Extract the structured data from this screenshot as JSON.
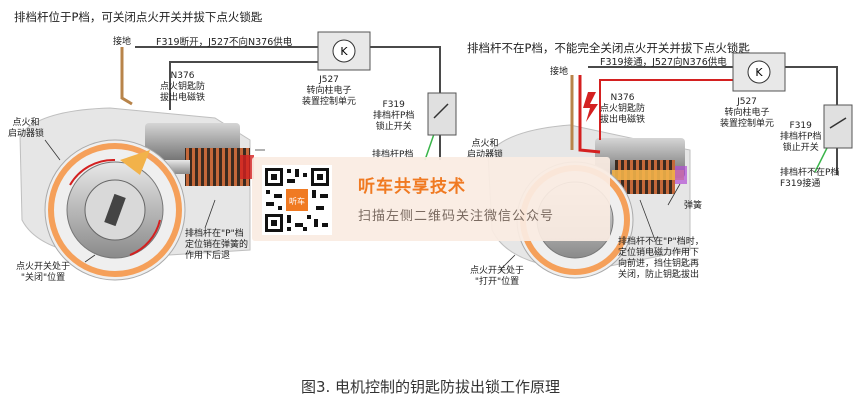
{
  "headings": {
    "left": "排档杆位于P档，可关闭点火开关并拔下点火锁匙",
    "right": "排档杆不在P档，不能完全关闭点火开关并拔下点火锁匙"
  },
  "left_labels": {
    "ground": "接地",
    "f319_line": "F319断开，J527不向N376供电",
    "j527": "J527\n转向柱电子\n装置控制单元",
    "n376": "N376\n点火钥匙防\n拔出电磁铁",
    "f319": "F319\n排档杆P档\n锁止开关",
    "f319_partial": "排档杆P档",
    "ignition_lock": "点火和\n启动器锁",
    "pin_note": "排档杆在\"P\"档\n定位销在弹簧的\n作用下后退",
    "switch_off": "点火开关处于\n\"关闭\"位置"
  },
  "right_labels": {
    "ground": "接地",
    "f319_line": "F319接通，J527向N376供电",
    "j527": "J527\n转向柱电子\n装置控制单元",
    "n376": "N376\n点火钥匙防\n拔出电磁铁",
    "f319": "F319\n排档杆P档\n锁止开关",
    "f319_state": "排档杆不在P档\nF319接通",
    "ignition_lock": "点火和\n启动器锁",
    "spring": "弹簧",
    "pin_note": "排档杆不在\"P\"档时，\n定位销电磁力作用下\n向前进，挡住钥匙再\n关闭，防止钥匙拔出",
    "switch_on": "点火开关处于\n\"打开\"位置"
  },
  "overlay": {
    "title": "听车共享技术",
    "subtitle": "扫描左侧二维码关注微信公众号",
    "qr_center_text": "听车"
  },
  "caption": "图3. 电机控制的钥匙防拔出锁工作原理",
  "colors": {
    "wire_brown": "#b8844a",
    "wire_dark": "#4a4a4a",
    "wire_red": "#d42020",
    "wire_green": "#39b54a",
    "accent_orange": "#f07a22",
    "ring_orange": "#f5a05a"
  },
  "icons": {
    "j527_symbol": "key-k-symbol-icon",
    "lightning": "lightning-icon"
  }
}
